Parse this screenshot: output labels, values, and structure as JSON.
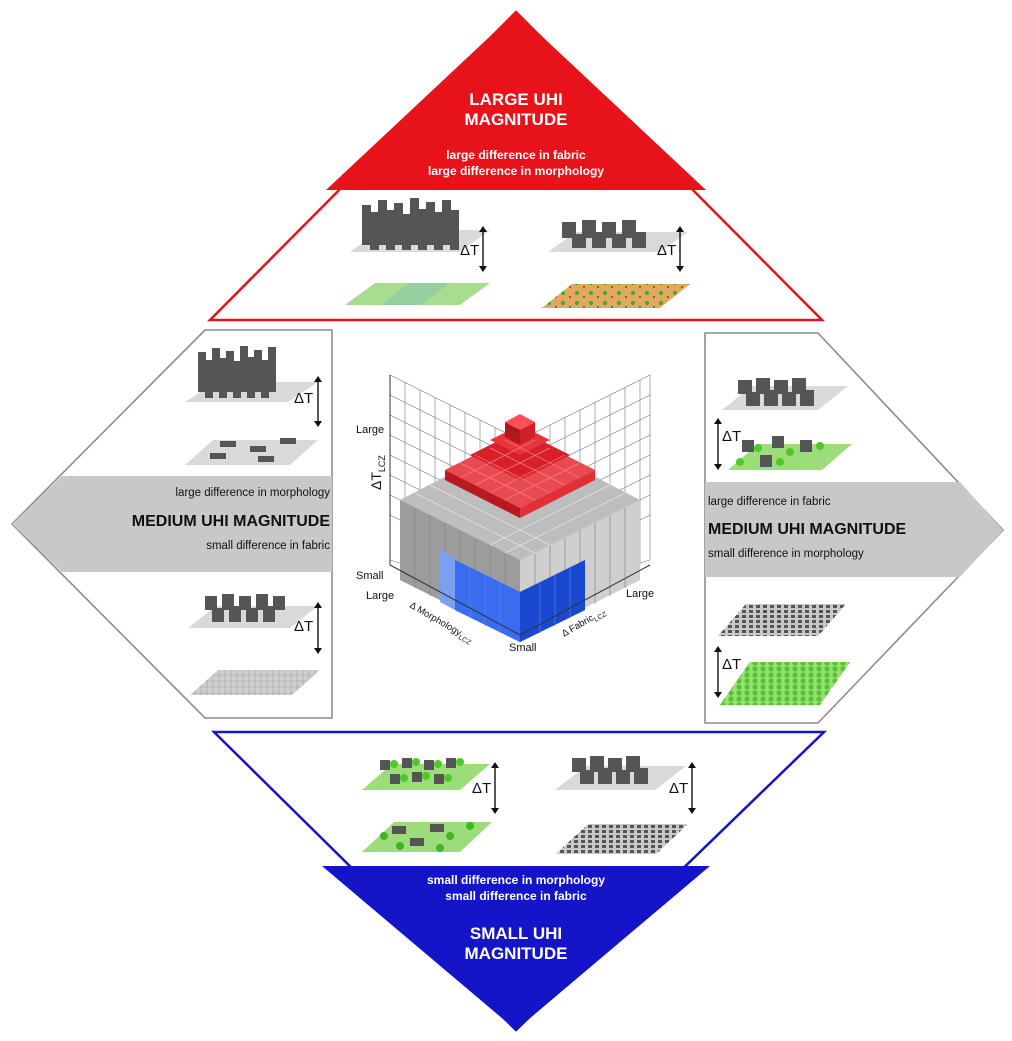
{
  "top": {
    "title_line1": "LARGE UHI",
    "title_line2": "MAGNITUDE",
    "desc_line1": "large difference in fabric",
    "desc_line2": "large difference in morphology"
  },
  "left": {
    "desc_top": "large difference in morphology",
    "title": "MEDIUM UHI MAGNITUDE",
    "desc_bottom": "small difference in fabric"
  },
  "right": {
    "desc_top": "large difference in fabric",
    "title": "MEDIUM UHI MAGNITUDE",
    "desc_bottom": "small difference in morphology"
  },
  "bottom": {
    "desc_line1": "small difference in morphology",
    "desc_line2": "small difference in fabric",
    "title_line1": "SMALL UHI",
    "title_line2": "MAGNITUDE"
  },
  "delta_t": "ΔT",
  "center_chart": {
    "z_axis_label": "ΔT",
    "z_axis_sub": "LCZ",
    "z_top": "Large",
    "z_bottom": "Small",
    "left_axis_label": "Δ Morphology",
    "left_axis_sub": "LCZ",
    "left_axis_large": "Large",
    "right_axis_label": "Δ Fabric",
    "right_axis_sub": "LCZ",
    "right_axis_large": "Large",
    "origin_label": "Small"
  },
  "colors": {
    "large": "#e8121a",
    "medium": "#c8c8c8",
    "small": "#1414c8",
    "bar_red": "#d8202a",
    "bar_grey": "#a8a8a8",
    "bar_blue": "#2a5ce8",
    "vegetation": "#66dd33",
    "soil": "#e0a860"
  }
}
